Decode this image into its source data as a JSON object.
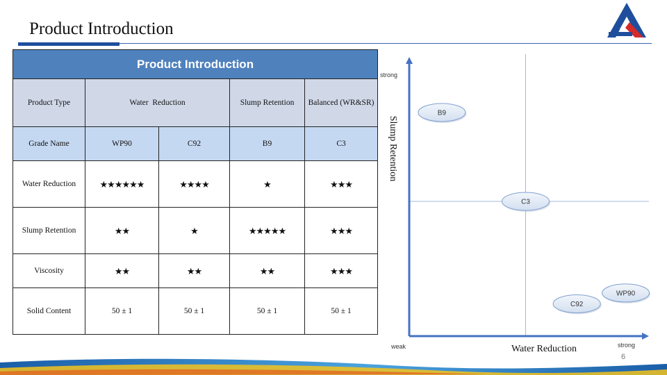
{
  "slide": {
    "title": "Product Introduction",
    "page_number": "6"
  },
  "table": {
    "header": "Product Introduction",
    "rows": {
      "product_type": {
        "label": "Product Type",
        "water_reduction": "Water  Reduction",
        "slump_retention": "Slump Retention",
        "balanced": "Balanced (WR&SR)"
      },
      "grade_name": {
        "label": "Grade Name",
        "values": [
          "WP90",
          "C92",
          "B9",
          "C3"
        ]
      },
      "water_reduction": {
        "label": "Water Reduction",
        "values": [
          "★★★★★★",
          "★★★★",
          "★",
          "★★★"
        ]
      },
      "slump_retention": {
        "label": "Slump Retention",
        "values": [
          "★★",
          "★",
          "★★★★★",
          "★★★"
        ]
      },
      "viscosity": {
        "label": "Viscosity",
        "values": [
          "★★",
          "★★",
          "★★",
          "★★★"
        ]
      },
      "solid_content": {
        "label": "Solid Content",
        "values": [
          "50 ± 1",
          "50 ± 1",
          "50 ± 1",
          "50 ± 1"
        ]
      }
    }
  },
  "chart_data": {
    "type": "scatter",
    "xlabel": "Water Reduction",
    "ylabel": "Slump Retention",
    "x_tick_labels": {
      "low": "weak",
      "high": "strong"
    },
    "y_tick_labels": {
      "high": "strong"
    },
    "xlim": [
      0,
      1
    ],
    "ylim": [
      0,
      1
    ],
    "crosshair": [
      0.5,
      0.5
    ],
    "grid": false,
    "legend": "none",
    "points": [
      {
        "label": "B9",
        "x": 0.14,
        "y": 0.83
      },
      {
        "label": "C3",
        "x": 0.5,
        "y": 0.5
      },
      {
        "label": "WP90",
        "x": 0.93,
        "y": 0.16
      },
      {
        "label": "C92",
        "x": 0.72,
        "y": 0.12
      }
    ],
    "colors": {
      "axis": "#4472c4",
      "crosshair": "#a6b8d8",
      "bubble_fill": "#dce6f1",
      "bubble_stroke": "#7f9fcf"
    }
  }
}
